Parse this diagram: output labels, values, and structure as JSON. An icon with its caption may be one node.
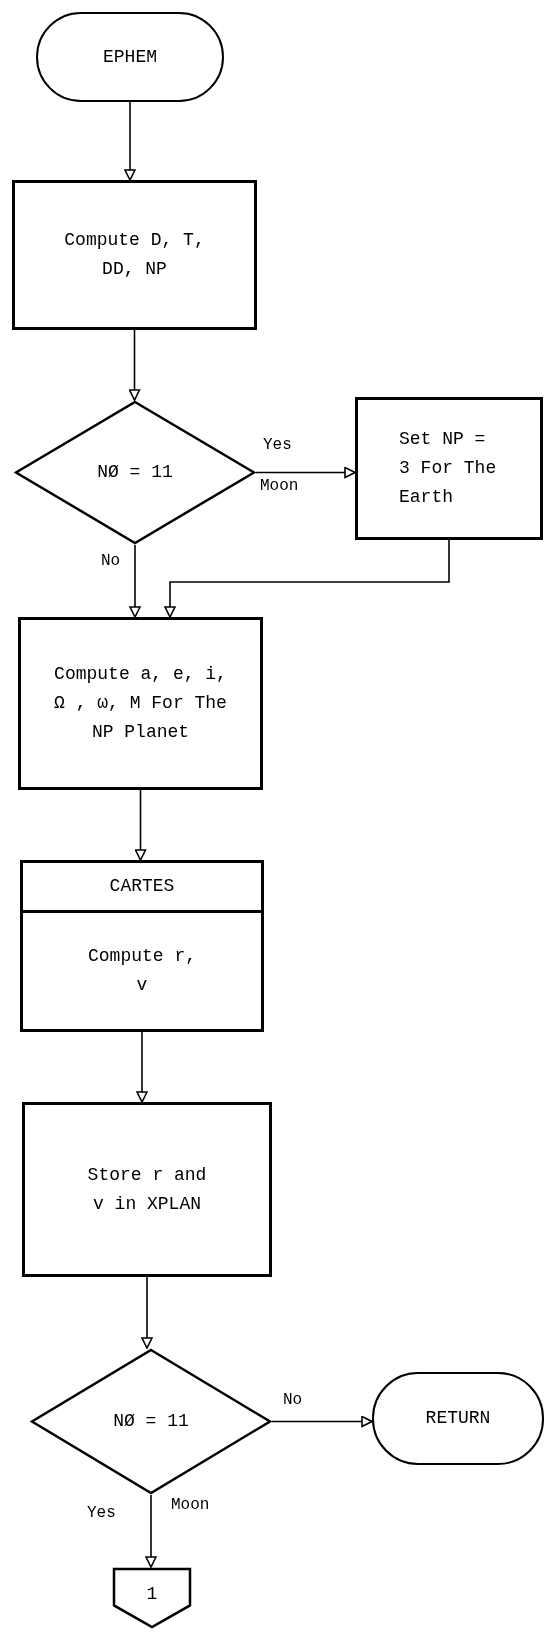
{
  "diagram": {
    "nodes": [
      {
        "text": [
          "EPHEM"
        ]
      },
      {
        "text": [
          "Compute D, T, DD, NP"
        ]
      },
      {
        "text": [
          "NØ = 11"
        ],
        "beside": [
          "Moon"
        ]
      },
      {
        "text": [
          "Set NP = 3 For The Earth"
        ]
      },
      {
        "text": [
          "Compute a, e, i, Ω , ω, M For The NP Planet"
        ]
      },
      {
        "text": [
          "CARTES",
          "Compute r, v"
        ]
      },
      {
        "text": [
          "Store r and v in XPLAN"
        ]
      },
      {
        "text": [
          "NØ = 11"
        ],
        "beside": [
          "Moon"
        ]
      },
      {
        "text": [
          "RETURN"
        ]
      },
      {
        "text": [
          "1"
        ]
      }
    ],
    "edges": [
      {
        "from": 0,
        "to": 1,
        "arrow": "to"
      },
      {
        "from": 1,
        "to": 2,
        "arrow": "to"
      },
      {
        "from": 2,
        "to": 3,
        "arrow": "to",
        "label": "Yes"
      },
      {
        "from": 2,
        "to": 4,
        "arrow": "to",
        "label": "No"
      },
      {
        "from": 3,
        "to": 4,
        "arrow": "to"
      },
      {
        "from": 4,
        "to": 5,
        "arrow": "to"
      },
      {
        "from": 5,
        "to": 6,
        "arrow": "to"
      },
      {
        "from": 6,
        "to": 7,
        "arrow": "to"
      },
      {
        "from": 7,
        "to": 8,
        "arrow": "to",
        "label": "No"
      },
      {
        "from": 7,
        "to": 9,
        "arrow": "to",
        "label": "Yes"
      }
    ]
  }
}
